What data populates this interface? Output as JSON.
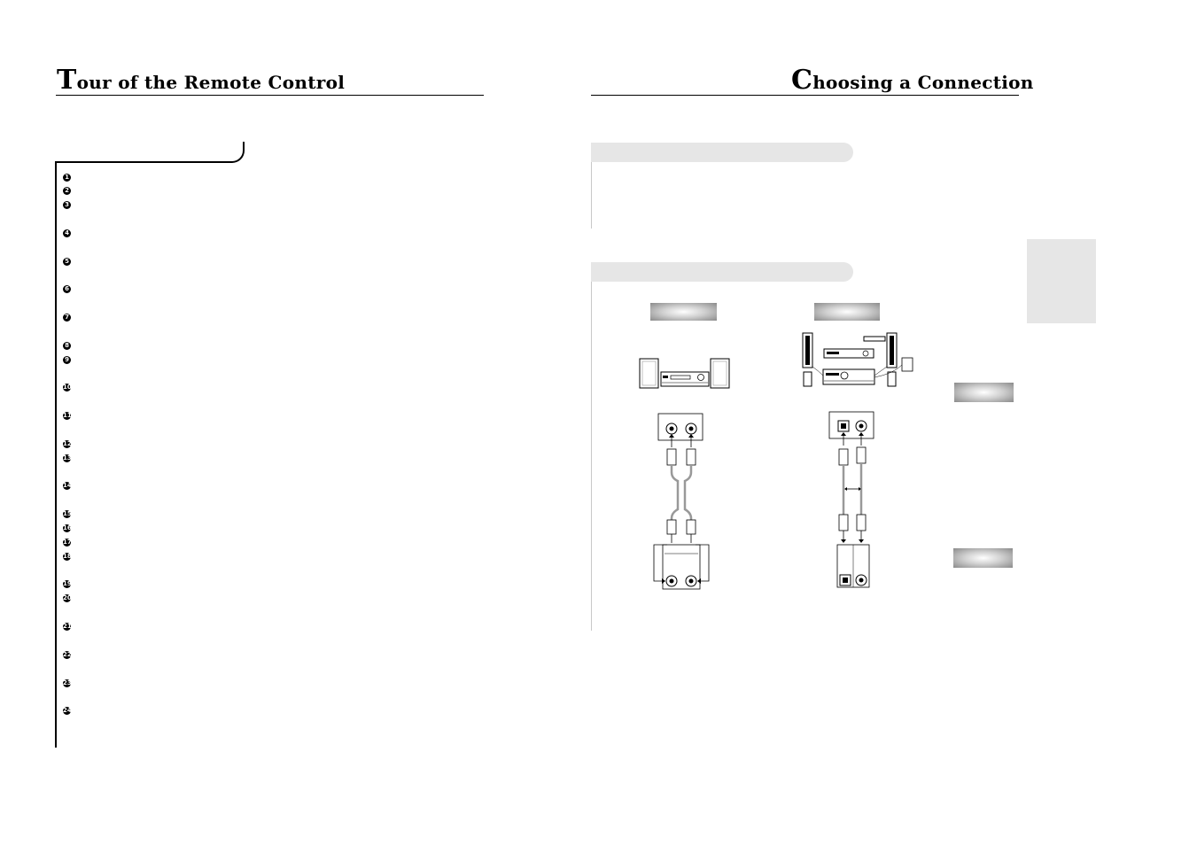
{
  "left_page": {
    "title_initial": "T",
    "title_rest": "our of the Remote Control",
    "items": [
      "1",
      "2",
      "3",
      "4",
      "5",
      "6",
      "7",
      "8",
      "9",
      "10",
      "11",
      "12",
      "13",
      "14",
      "15",
      "16",
      "17",
      "18",
      "19",
      "20",
      "21",
      "22",
      "23",
      "24"
    ]
  },
  "right_page": {
    "title_initial": "C",
    "title_rest": "hoosing a Connection"
  }
}
